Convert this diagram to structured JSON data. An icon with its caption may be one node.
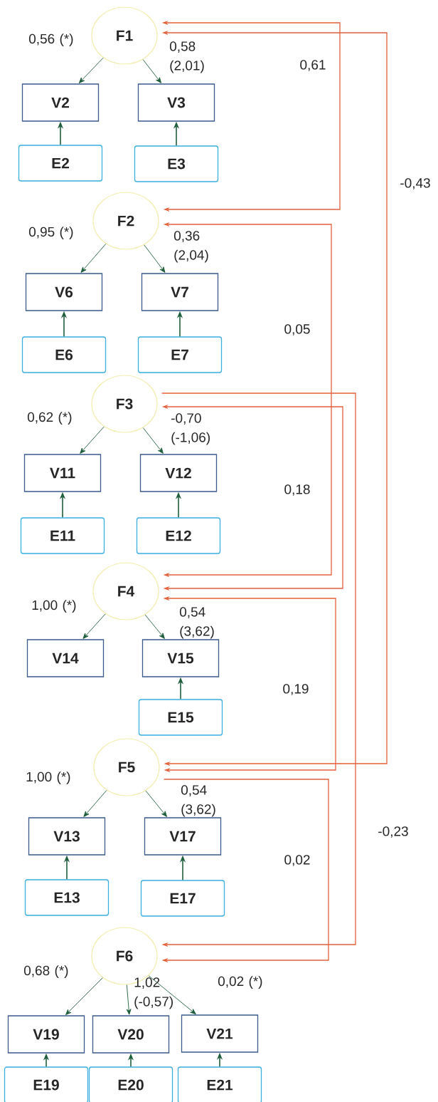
{
  "diagram": {
    "nodes": [
      {
        "text": [
          "F1"
        ]
      },
      {
        "text": [
          "V2"
        ]
      },
      {
        "text": [
          "V3"
        ]
      },
      {
        "text": [
          "E2"
        ]
      },
      {
        "text": [
          "E3"
        ]
      },
      {
        "text": [
          "F2"
        ]
      },
      {
        "text": [
          "V6"
        ]
      },
      {
        "text": [
          "V7"
        ]
      },
      {
        "text": [
          "E6"
        ]
      },
      {
        "text": [
          "E7"
        ]
      },
      {
        "text": [
          "F3"
        ]
      },
      {
        "text": [
          "V11"
        ]
      },
      {
        "text": [
          "V12"
        ]
      },
      {
        "text": [
          "E11"
        ]
      },
      {
        "text": [
          "E12"
        ]
      },
      {
        "text": [
          "F4"
        ]
      },
      {
        "text": [
          "V14"
        ]
      },
      {
        "text": [
          "V15"
        ]
      },
      {
        "text": [
          "E15"
        ]
      },
      {
        "text": [
          "F5"
        ]
      },
      {
        "text": [
          "V13"
        ]
      },
      {
        "text": [
          "V17"
        ]
      },
      {
        "text": [
          "E13"
        ]
      },
      {
        "text": [
          "E17"
        ]
      },
      {
        "text": [
          "F6"
        ]
      },
      {
        "text": [
          "V19"
        ]
      },
      {
        "text": [
          "V20"
        ]
      },
      {
        "text": [
          "V21"
        ]
      },
      {
        "text": [
          "E19"
        ]
      },
      {
        "text": [
          "E20"
        ]
      },
      {
        "text": [
          "E21"
        ]
      }
    ],
    "edges": [
      {
        "from": 0,
        "to": 1,
        "arrow": "to",
        "label": "0,56 (*)"
      },
      {
        "from": 0,
        "to": 2,
        "arrow": "to",
        "label": "0,58 (2,01)"
      },
      {
        "from": 3,
        "to": 1,
        "arrow": "to"
      },
      {
        "from": 4,
        "to": 2,
        "arrow": "to"
      },
      {
        "from": 5,
        "to": 6,
        "arrow": "to",
        "label": "0,95 (*)"
      },
      {
        "from": 5,
        "to": 7,
        "arrow": "to",
        "label": "0,36 (2,04)"
      },
      {
        "from": 8,
        "to": 6,
        "arrow": "to"
      },
      {
        "from": 9,
        "to": 7,
        "arrow": "to"
      },
      {
        "from": 10,
        "to": 11,
        "arrow": "to",
        "label": "0,62 (*)"
      },
      {
        "from": 10,
        "to": 12,
        "arrow": "to",
        "label": "-0,70 (-1,06)"
      },
      {
        "from": 13,
        "to": 11,
        "arrow": "to"
      },
      {
        "from": 14,
        "to": 12,
        "arrow": "to"
      },
      {
        "from": 15,
        "to": 16,
        "arrow": "to",
        "label": "1,00 (*)"
      },
      {
        "from": 15,
        "to": 17,
        "arrow": "to",
        "label": "0,54 (3,62)"
      },
      {
        "from": 18,
        "to": 17,
        "arrow": "to"
      },
      {
        "from": 19,
        "to": 20,
        "arrow": "to",
        "label": "1,00 (*)"
      },
      {
        "from": 19,
        "to": 21,
        "arrow": "to",
        "label": "0,54 (3,62)"
      },
      {
        "from": 22,
        "to": 20,
        "arrow": "to"
      },
      {
        "from": 23,
        "to": 21,
        "arrow": "to"
      },
      {
        "from": 24,
        "to": 25,
        "arrow": "to",
        "label": "0,68 (*)"
      },
      {
        "from": 24,
        "to": 26,
        "arrow": "to",
        "label": "1,02 (-0,57)"
      },
      {
        "from": 24,
        "to": 27,
        "arrow": "to",
        "label": "0,02 (*)"
      },
      {
        "from": 28,
        "to": 25,
        "arrow": "to"
      },
      {
        "from": 29,
        "to": 26,
        "arrow": "to"
      },
      {
        "from": 30,
        "to": 27,
        "arrow": "to"
      },
      {
        "from": 0,
        "to": 5,
        "arrow": "both",
        "label": "0,61",
        "color": "#e2603a"
      },
      {
        "from": 0,
        "to": 19,
        "arrow": "both",
        "label": "-0,43",
        "color": "#e2603a"
      },
      {
        "from": 5,
        "to": 15,
        "arrow": "both",
        "label": "0,05",
        "color": "#e2603a"
      },
      {
        "from": 10,
        "to": 24,
        "arrow": "to",
        "label": "-0,23",
        "color": "#e2603a"
      },
      {
        "from": 10,
        "to": 15,
        "arrow": "both",
        "label": "0,18",
        "color": "#e2603a"
      },
      {
        "from": 15,
        "to": 19,
        "arrow": "both",
        "label": "0,19",
        "color": "#e2603a"
      },
      {
        "from": 19,
        "to": 24,
        "arrow": "to",
        "label": "0,02",
        "color": "#e2603a"
      }
    ]
  }
}
